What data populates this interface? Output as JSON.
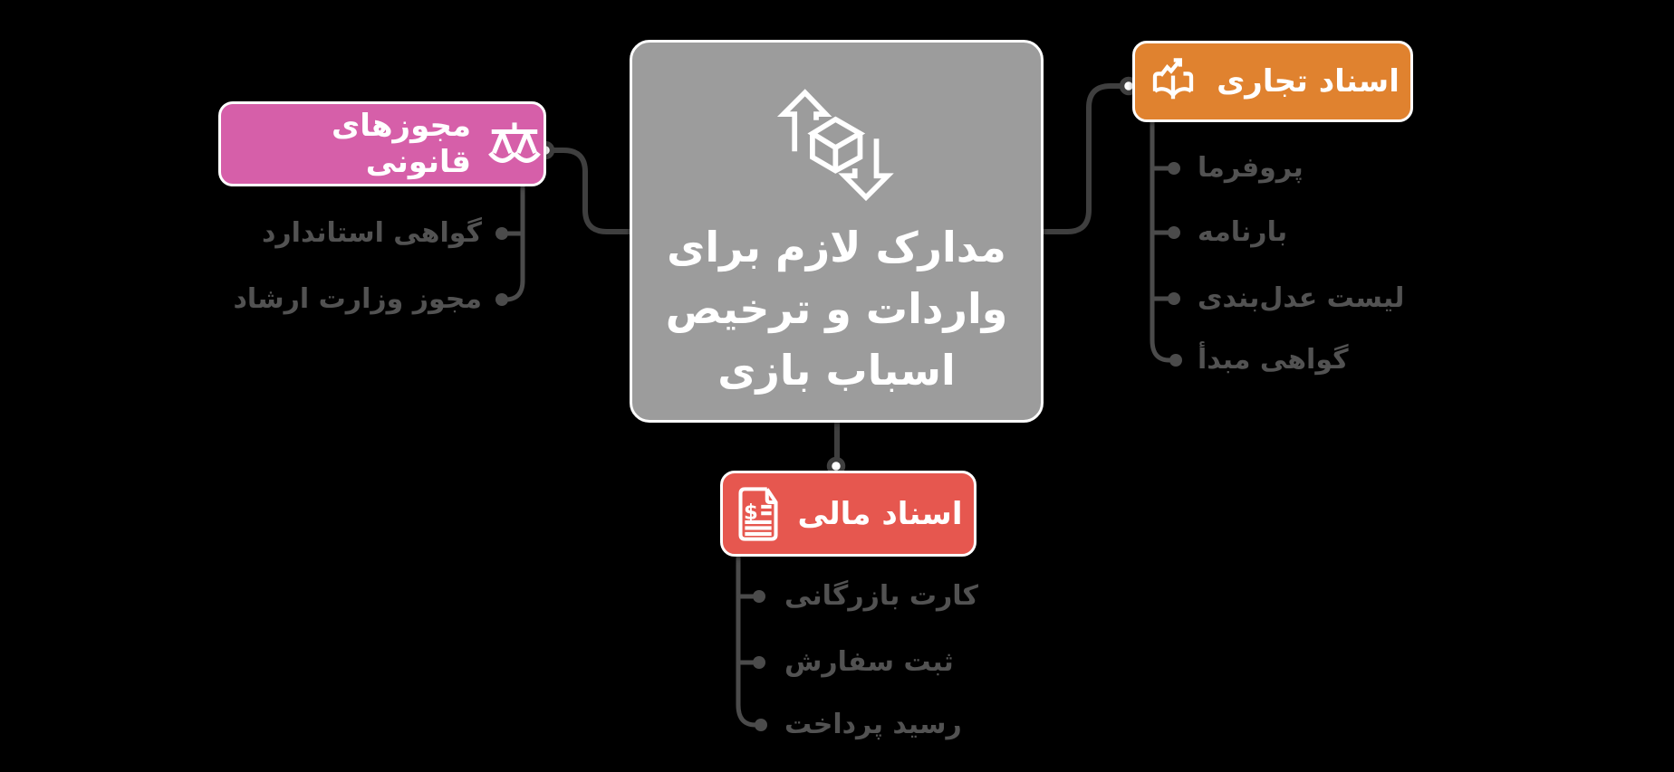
{
  "diagram_title": "مدارک لازم برای واردات و ترخیص اسباب بازی",
  "center": {
    "icon": "import-export-cube-icon",
    "title_lines": [
      "مدارک لازم برای",
      "واردات و ترخیص",
      "اسباب بازی"
    ]
  },
  "branches": {
    "legal": {
      "label": "مجوزهای قانونی",
      "icon": "scales-icon",
      "color": "#d65fa9",
      "items": [
        "گواهی استاندارد",
        "مجوز وزارت ارشاد"
      ]
    },
    "commercial": {
      "label": "اسناد تجاری",
      "icon": "open-book-chart-icon",
      "color": "#e0822f",
      "items": [
        "پروفرما",
        "بارنامه",
        "لیست عدل‌بندی",
        "گواهی مبدأ"
      ]
    },
    "financial": {
      "label": "اسناد مالی",
      "icon": "invoice-icon",
      "color": "#e6574f",
      "items": [
        "کارت بازرگانی",
        "ثبت سفارش",
        "رسید پرداخت"
      ]
    }
  },
  "colors": {
    "canvas-bg": "#000000",
    "center-box": "#9c9c9c",
    "legal": "#d65fa9",
    "commercial": "#e0822f",
    "financial": "#e6574f",
    "connector": "#3f3f3f",
    "branch-line": "#4b4b4b",
    "item-text": "#525252",
    "node-text": "#ffffff"
  }
}
